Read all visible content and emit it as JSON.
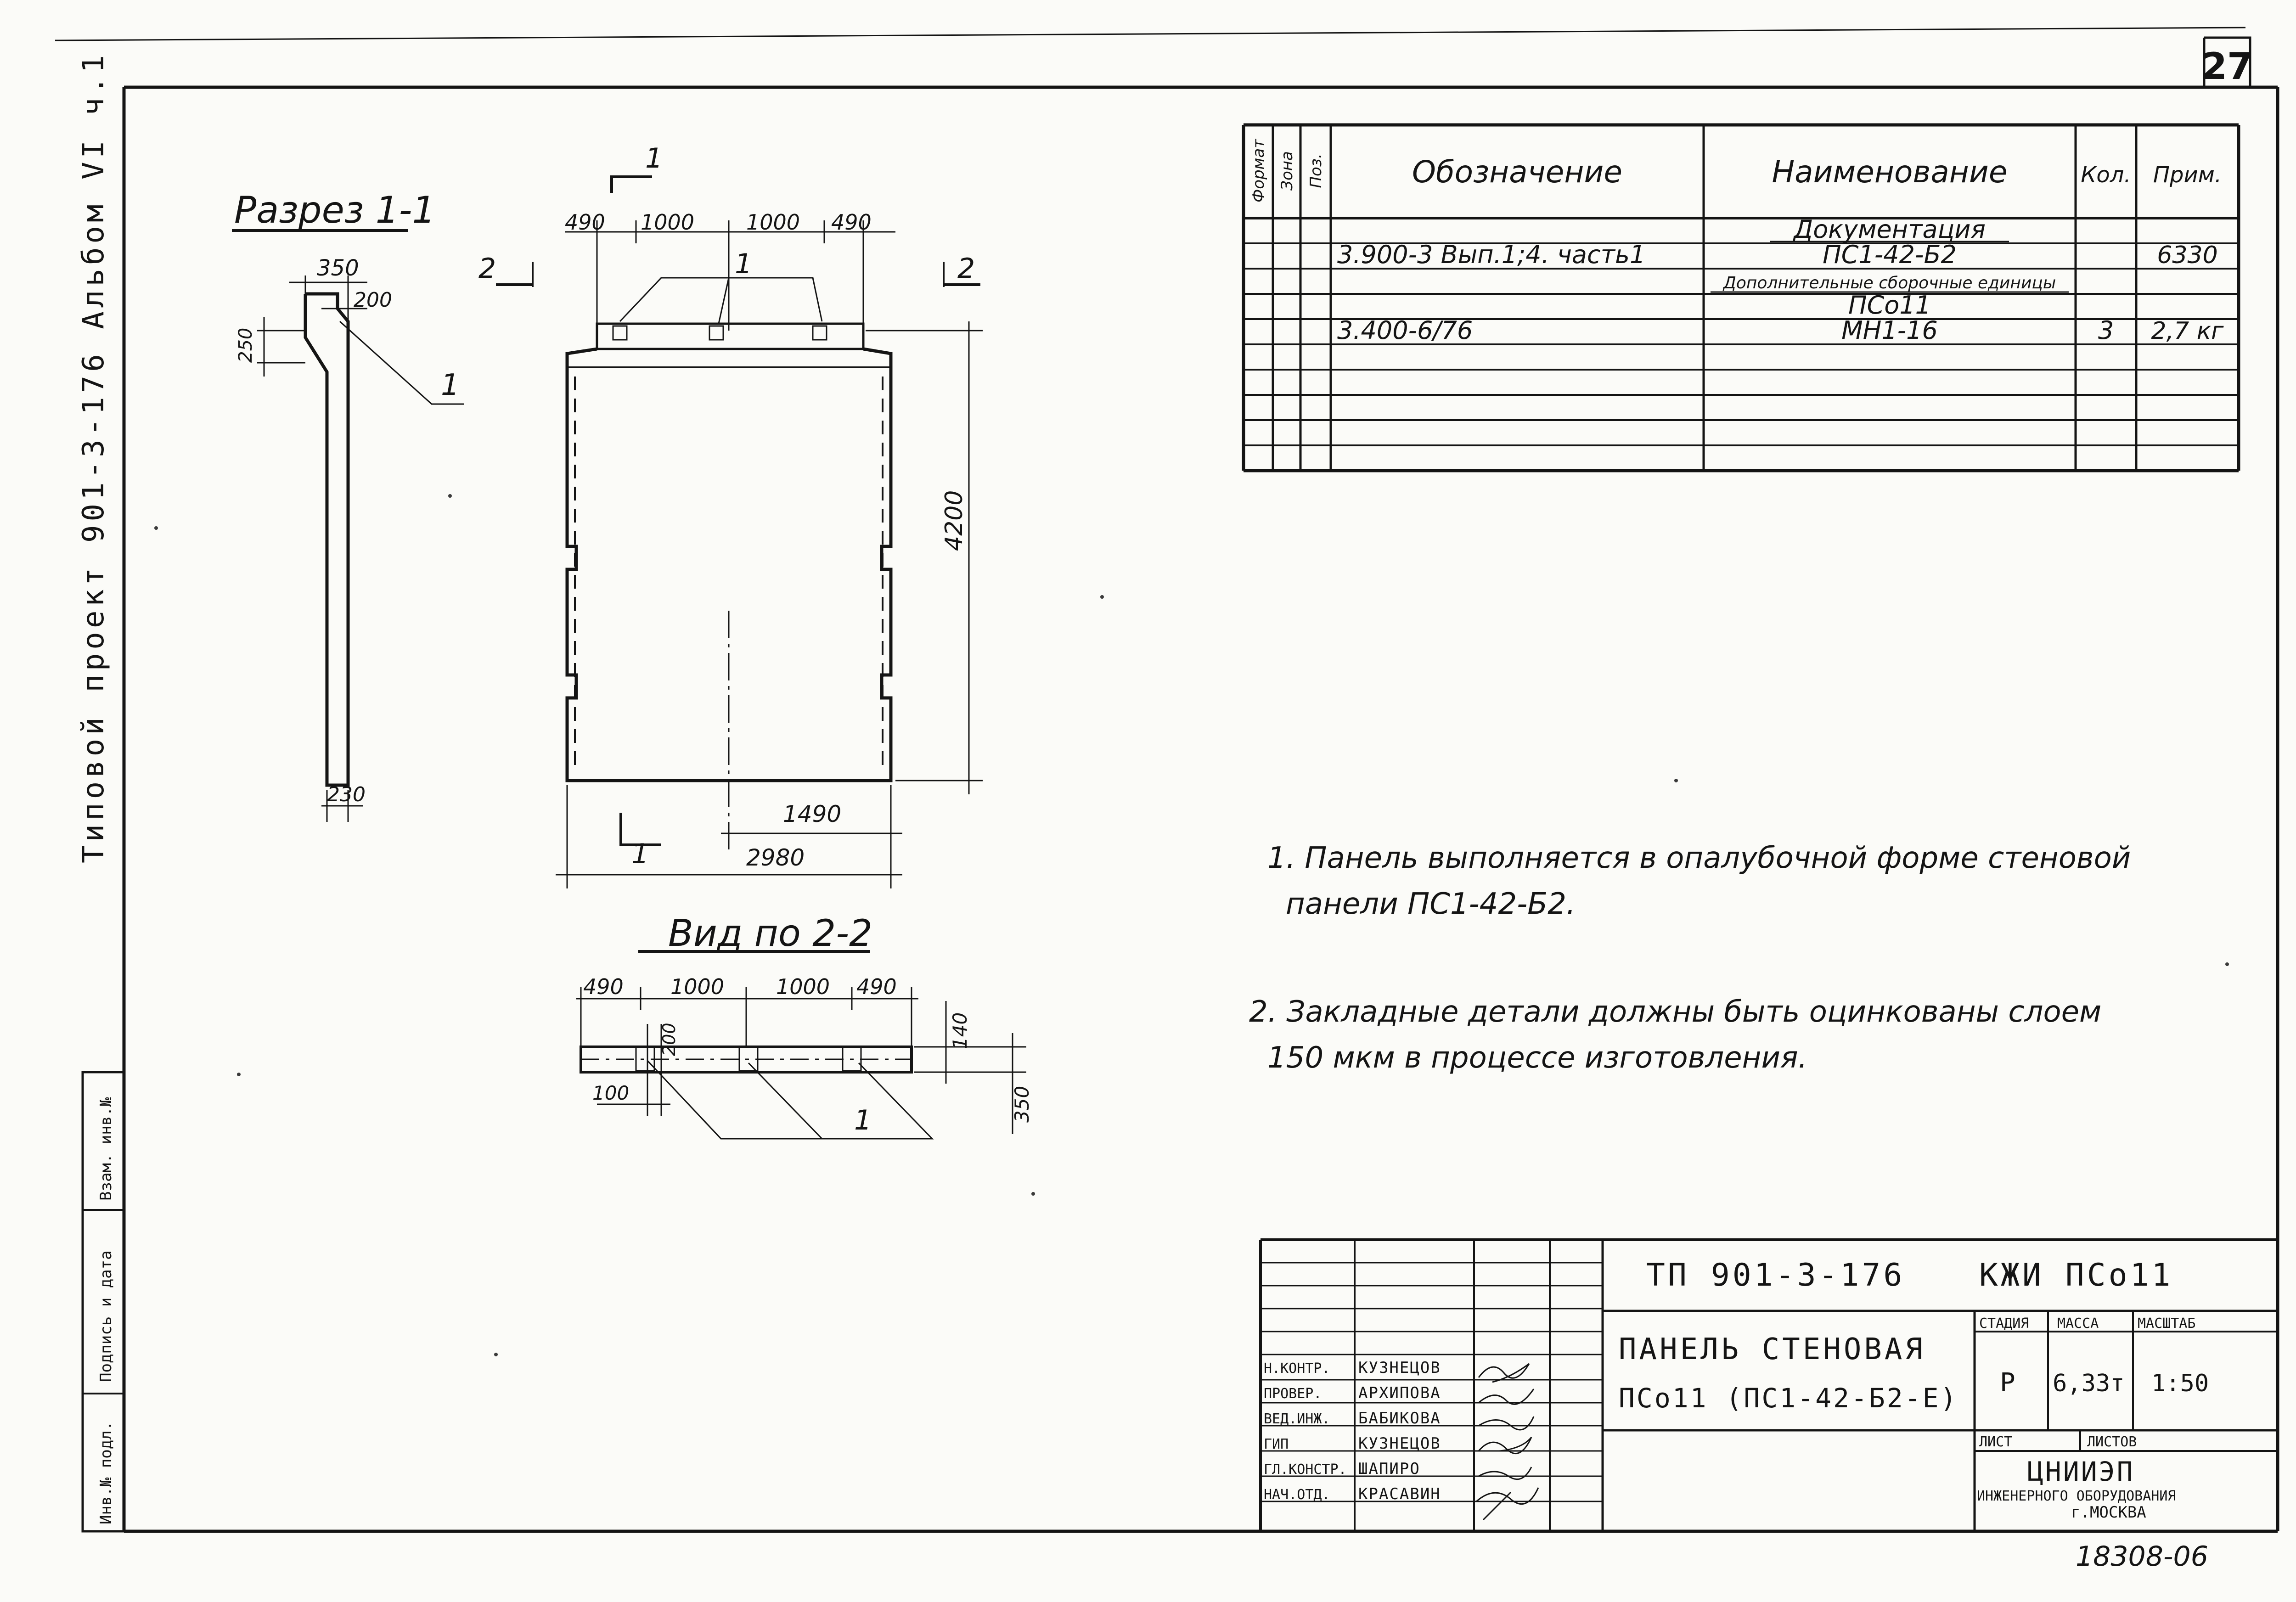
{
  "sheet": {
    "number": "27",
    "side_stamp": "Типовой проект 901-3-176 Альбом VI ч.1",
    "side_fields": [
      "Инв.№ подл.",
      "Подпись и дата",
      "Взам. инв.№"
    ]
  },
  "section": {
    "title": "Разрез 1-1",
    "dims": [
      "350",
      "200",
      "250",
      "230"
    ],
    "callout": "1"
  },
  "elevation": {
    "cut_marks": [
      "1",
      "1",
      "2",
      "2"
    ],
    "top_dims": [
      "490",
      "1000",
      "1000",
      "490"
    ],
    "height_dim": "4200",
    "half_dim": "1490",
    "width_dim": "2980",
    "callout": "1"
  },
  "view22": {
    "title": "Вид по 2-2",
    "top_dims": [
      "490",
      "1000",
      "1000",
      "490"
    ],
    "dims": [
      "140",
      "350",
      "100",
      "200"
    ],
    "callout": "1"
  },
  "spec": {
    "headers": [
      "Формат",
      "Зона",
      "Поз.",
      "Обозначение",
      "Наименование",
      "Кол.",
      "Прим."
    ],
    "rows": [
      [
        "",
        "",
        "",
        "",
        "Документация",
        "",
        ""
      ],
      [
        "",
        "",
        "",
        "3.900-3 Вып.1;4. часть1",
        "ПС1-42-Б2",
        "",
        "6330"
      ],
      [
        "",
        "",
        "",
        "",
        "Дополнительные сборочные единицы",
        "",
        ""
      ],
      [
        "",
        "",
        "",
        "",
        "ПСо11",
        "",
        ""
      ],
      [
        "",
        "",
        "",
        "3.400-6/76",
        "МН1-16",
        "3",
        "2,7 кг"
      ],
      [
        "",
        "",
        "",
        "",
        "",
        "",
        ""
      ],
      [
        "",
        "",
        "",
        "",
        "",
        "",
        ""
      ],
      [
        "",
        "",
        "",
        "",
        "",
        "",
        ""
      ],
      [
        "",
        "",
        "",
        "",
        "",
        "",
        ""
      ],
      [
        "",
        "",
        "",
        "",
        "",
        "",
        ""
      ]
    ]
  },
  "notes": [
    "1. Панель выполняется в опалубочной форме стеновой",
    "панели ПС1-42-Б2.",
    "2. Закладные детали должны быть оцинкованы слоем",
    "150 мкм в процессе изготовления."
  ],
  "title_block": {
    "code": "ТП 901-3-176",
    "mark": "КЖИ ПСо11",
    "name1": "ПАНЕЛЬ СТЕНОВАЯ",
    "name2": "ПСо11 (ПС1-42-Б2-Е)",
    "col_labels": [
      "СТАДИЯ",
      "МАССА",
      "МАСШТАБ"
    ],
    "stage": "Р",
    "mass": "6,33т",
    "scale": "1:50",
    "sheet_label": "ЛИСТ",
    "sheets_label": "ЛИСТОВ",
    "org1": "ЦНИИЭП",
    "org2": "ИНЖЕНЕРНОГО ОБОРУДОВАНИЯ",
    "org3": "г.МОСКВА",
    "roles": [
      "Н.КОНТР.",
      "ПРОВЕР.",
      "ВЕД.ИНЖ.",
      "ГИП",
      "ГЛ.КОНСТР.",
      "НАЧ.ОТД."
    ],
    "names": [
      "КУЗНЕЦОВ",
      "АРХИПОВА",
      "БАБИКОВА",
      "КУЗНЕЦОВ",
      "ШАПИРО",
      "КРАСАВИН"
    ]
  },
  "archive_no": "18308-06"
}
